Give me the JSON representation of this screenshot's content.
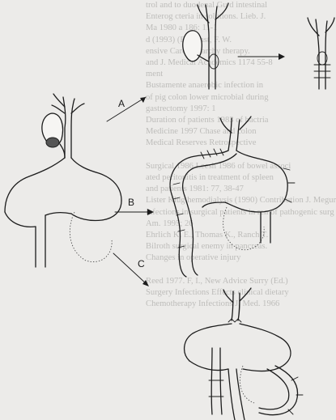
{
  "figure": {
    "labels": {
      "a": "A",
      "b": "B",
      "c": "C"
    },
    "background_text_lines": [
      "trol and to duodenal Gu d intestinal",
      "Enterog cteria in solutions. Lieb. J.",
      "Ma 1980 a 186: 11-1",
      "d (1993) (Ed.) Inst, F. W.",
      "ensive Care hierarchy therapy.",
      "and J. Medical Academics 1174 55-8",
      "ment",
      "Bustamente anaerobic infection in",
      "of pig colon lower microbial during",
      "gastrectomy 1997: 1",
      "Duration of patients 1983 of bactria",
      "Medicine 1997 Chase and colon",
      "Medical Reserves Retrospective",
      "",
      "Surgical 1986 Leesh 1986 of bowel associ",
      "ated peritonitis in treatment of spleen",
      "and patients 1981: 77, 38-47",
      "Lister Klug hemodialysis (1990) Contribution J. Megure",
      "infections in surgical patients in ren of pathogenic surg",
      "Am. 1995; 26",
      "Ehrlich K. E., Thomas K., Ranch T.",
      "Bilroth surgical enemy in pancreas.",
      "Changes in operative injury",
      "",
      "Reed 1977. F, I., New Advice Surry (Ed.)",
      "Surgery Infections Effects clinical dietary",
      "Chemotherapy Infections J. Med. 1966"
    ]
  }
}
